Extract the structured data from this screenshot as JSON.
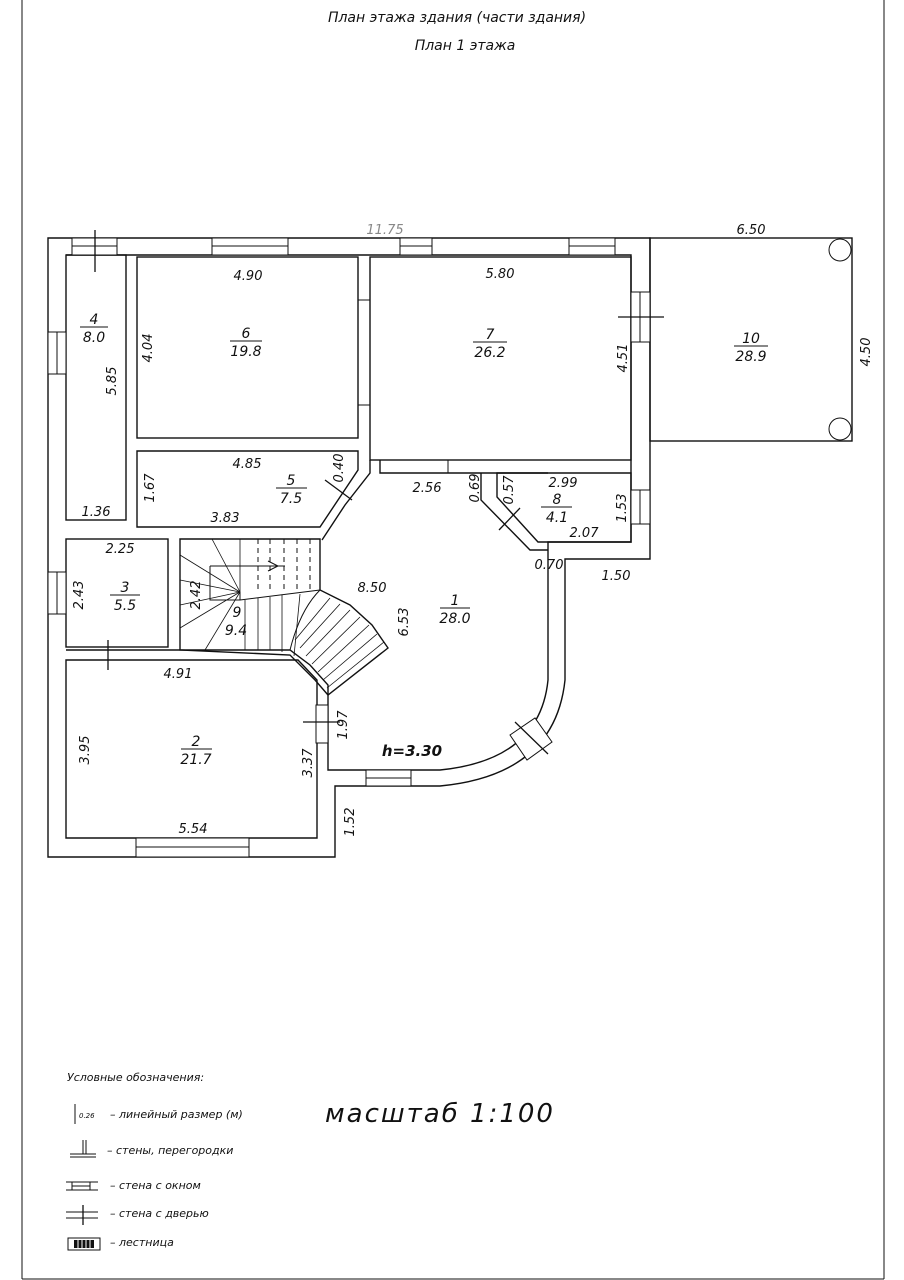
{
  "header": {
    "title": "План этажа здания (части здания)",
    "subtitle": "План 1 этажа"
  },
  "overall_dims": {
    "top": "11.75",
    "terrace_top": "6.50",
    "terrace_side": "4.50",
    "stair_width": "8.50",
    "stair_len": "6.53",
    "right_step": "1.50",
    "bottom_step": "1.52"
  },
  "rooms": [
    {
      "num": "1",
      "area": "28.0"
    },
    {
      "num": "2",
      "area": "21.7"
    },
    {
      "num": "3",
      "area": "5.5"
    },
    {
      "num": "4",
      "area": "8.0"
    },
    {
      "num": "5",
      "area": "7.5"
    },
    {
      "num": "6",
      "area": "19.8"
    },
    {
      "num": "7",
      "area": "26.2"
    },
    {
      "num": "8",
      "area": "4.1"
    },
    {
      "num": "9",
      "area": "9.4"
    },
    {
      "num": "10",
      "area": "28.9"
    }
  ],
  "room_dims": {
    "r4_h": "5.85",
    "r4_w": "1.36",
    "r6_w": "4.90",
    "r6_h": "4.04",
    "r7_w": "5.80",
    "r7_h": "4.51",
    "r5_top": "4.85",
    "r5_bot": "3.83",
    "r5_side": "1.67",
    "r5_corner": "0.40",
    "r8_top": "2.99",
    "r8_bot": "2.07",
    "r8_side": "1.53",
    "r8_corner": "0.57",
    "r1_top": "2.56",
    "r1_c1": "0.69",
    "r1_c2": "0.70",
    "r3_w": "2.25",
    "r3_h": "2.43",
    "r9_h": "2.42",
    "r2_top": "4.91",
    "r2_bot": "5.54",
    "r2_left": "3.95",
    "r2_right": "3.37",
    "r2_step": "1.97"
  },
  "height_mark": "h=3.30",
  "scale": "масштаб 1:100",
  "legend": {
    "title": "Условные обозначения:",
    "dim_sample": "0.26",
    "items": [
      "– линейный размер (м)",
      "– стены, перегородки",
      "– стена с окном",
      "– стена с дверью",
      "– лестница"
    ]
  }
}
